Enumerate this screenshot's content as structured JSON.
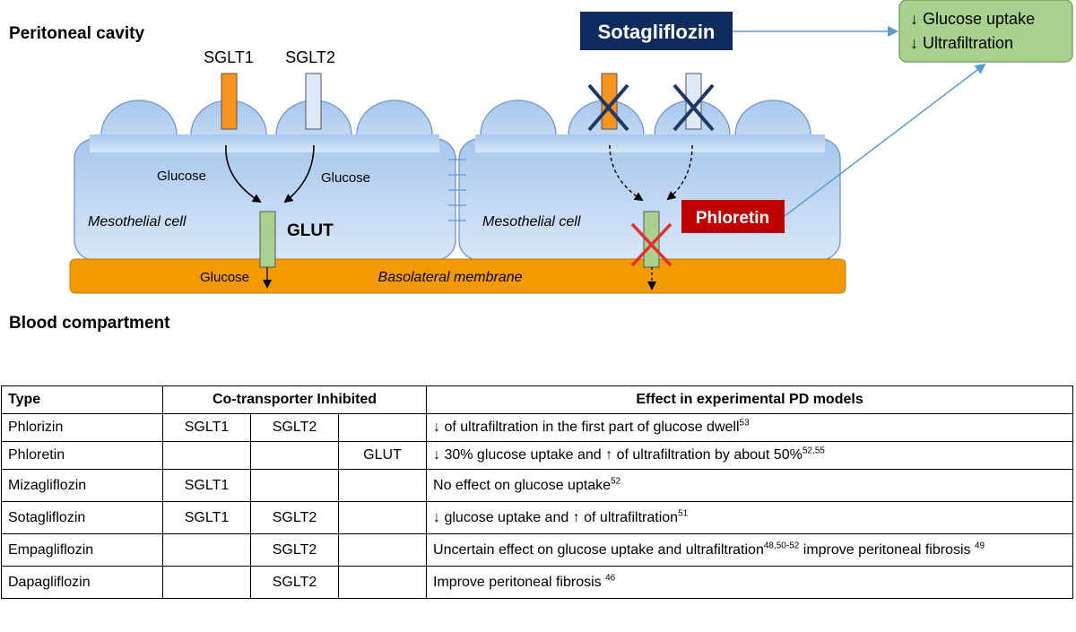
{
  "labels": {
    "peritoneal_cavity": "Peritoneal cavity",
    "blood_compartment": "Blood compartment",
    "sglt1": "SGLT1",
    "sglt2": "SGLT2",
    "glucose_left": "Glucose",
    "glucose_right": "Glucose",
    "glucose_bottom": "Glucose",
    "mesothelial_cell_left": "Mesothelial cell",
    "mesothelial_cell_right": "Mesothelial cell",
    "glut": "GLUT",
    "basolateral_membrane": "Basolateral membrane",
    "sotagliflozin": "Sotagliflozin",
    "phloretin": "Phloretin",
    "effect_line1": "↓ Glucose uptake",
    "effect_line2": "↓  Ultrafiltration"
  },
  "colors": {
    "cell_fill": "#a9c9ef",
    "cell_stroke": "#6f96c8",
    "membrane": "#f39a00",
    "sglt1": "#f7941d",
    "sglt2": "#dde9f7",
    "glut": "#a9d18e",
    "sotagliflozin_box": "#0f2a5c",
    "phloretin_box": "#c00000",
    "effect_box": "#a9d18e",
    "arrow_blue": "#5b9bd5",
    "cross_navy": "#1f3767",
    "cross_red": "#e03030"
  },
  "table": {
    "headers": {
      "type": "Type",
      "cotransporter": "Co-transporter Inhibited",
      "effect": "Effect in experimental PD models"
    },
    "rows": [
      {
        "type": "Phlorizin",
        "c1": "SGLT1",
        "c2": "SGLT2",
        "c3": "",
        "effect": "↓ of ultrafiltration in the first part of glucose dwell",
        "refs": "53"
      },
      {
        "type": "Phloretin",
        "c1": "",
        "c2": "",
        "c3": "GLUT",
        "effect": "↓ 30% glucose uptake and ↑ of ultrafiltration by about 50%",
        "refs": "52,55"
      },
      {
        "type": "Mizagliflozin",
        "c1": "SGLT1",
        "c2": "",
        "c3": "",
        "effect": "No effect on glucose uptake",
        "refs": "52"
      },
      {
        "type": "Sotagliflozin",
        "c1": "SGLT1",
        "c2": "SGLT2",
        "c3": "",
        "effect": "↓ glucose uptake and ↑ of ultrafiltration",
        "refs": "51"
      },
      {
        "type": "Empagliflozin",
        "c1": "",
        "c2": "SGLT2",
        "c3": "",
        "effect": "Uncertain effect on glucose uptake and ultrafiltration",
        "refs": "48,50-52",
        "effect2": " improve peritoneal fibrosis ",
        "refs2": "49"
      },
      {
        "type": "Dapagliflozin",
        "c1": "",
        "c2": "SGLT2",
        "c3": "",
        "effect": "Improve peritoneal fibrosis ",
        "refs": "46"
      }
    ]
  }
}
